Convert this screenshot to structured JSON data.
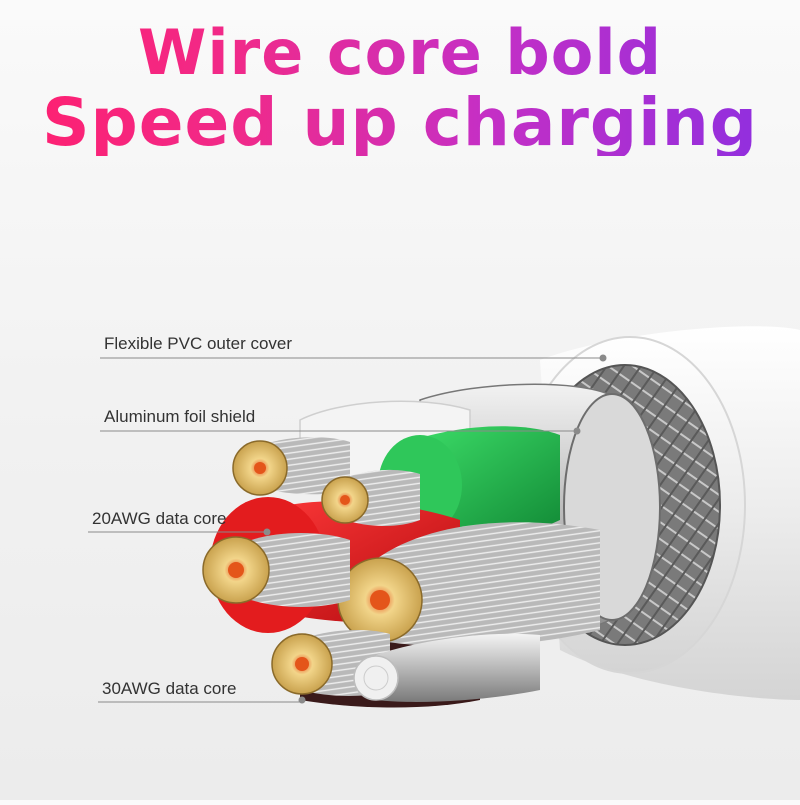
{
  "headline": {
    "line1": "Wire core bold",
    "line2": "Speed up charging"
  },
  "callouts": {
    "pvc": "Flexible PVC outer cover",
    "foil": "Aluminum foil shield",
    "core20": "20AWG data core",
    "core30": "30AWG data core"
  },
  "colors": {
    "headline_start": "#ff1f6e",
    "headline_end": "#8a2fe2",
    "red_core": "#e8141a",
    "green_core": "#1fb34a",
    "copper": "#e3c27a"
  }
}
